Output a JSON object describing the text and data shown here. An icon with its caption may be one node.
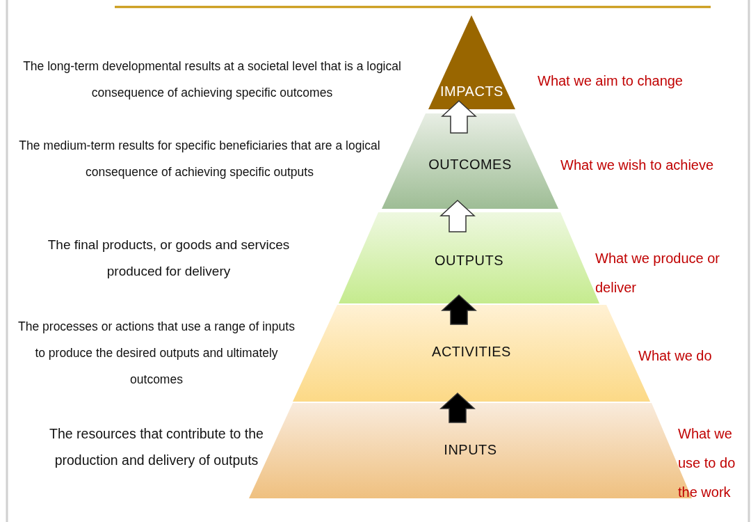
{
  "diagram": {
    "nodes": [
      {
        "text": [
          "IMPACTS"
        ],
        "beside": [
          "What we aim to change"
        ]
      },
      {
        "text": [
          "OUTCOMES"
        ],
        "beside": [
          "What we wish to achieve"
        ]
      },
      {
        "text": [
          "OUTPUTS"
        ],
        "beside": [
          "What we produce or deliver"
        ]
      },
      {
        "text": [
          "ACTIVITIES"
        ],
        "beside": [
          "What we do"
        ]
      },
      {
        "text": [
          "INPUTS"
        ],
        "beside": [
          "What we use to do the work"
        ]
      }
    ],
    "labels": [
      "The long-term developmental results at a societal level that is a logical consequence of achieving specific outcomes",
      "The medium-term results for specific beneficiaries that are a logical consequence of achieving specific outputs",
      "The final products, or goods and services produced for delivery",
      "The processes or actions that use a range of inputs to produce the desired outputs and ultimately outcomes",
      "The resources that contribute to the production and delivery of outputs"
    ],
    "edges": [
      {
        "from": 1,
        "to": 0,
        "arrow": "to",
        "color": "#ffffff"
      },
      {
        "from": 2,
        "to": 1,
        "arrow": "to",
        "color": "#ffffff"
      },
      {
        "from": 3,
        "to": 2,
        "arrow": "to",
        "color": "#000000"
      },
      {
        "from": 4,
        "to": 3,
        "arrow": "to",
        "color": "#000000"
      }
    ]
  }
}
